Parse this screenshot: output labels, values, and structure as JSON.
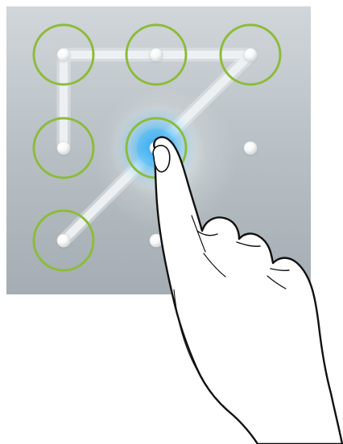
{
  "pattern_lock": {
    "grid": {
      "rows": 3,
      "cols": 3
    },
    "selected_sequence": [
      3,
      0,
      1,
      2,
      4,
      6
    ],
    "active_dot": 4,
    "colors": {
      "panel_top": "#d1d6da",
      "panel_bottom": "#a4adb3",
      "ring": "#8dbb3a",
      "path": "#eef1f3",
      "dot": "#f5f7f8",
      "touch_glow": "#25a7f4",
      "hand_fill": "#ffffff",
      "hand_outline": "#111111"
    }
  },
  "hand": {
    "icon": "pointing-hand-icon"
  }
}
